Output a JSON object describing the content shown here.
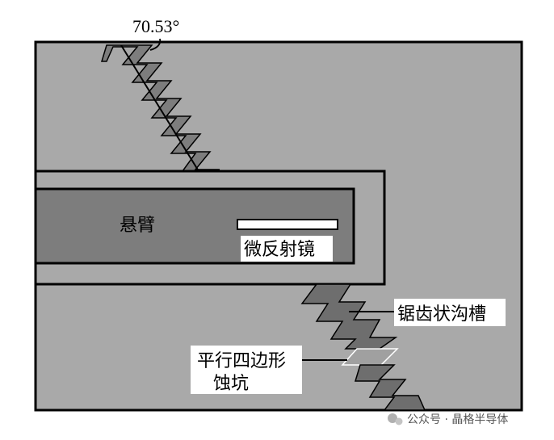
{
  "diagram": {
    "angle_label": "70.53°",
    "cantilever_label": "悬臂",
    "micromirror_label": "微反射镜",
    "groove_label": "锯齿状沟槽",
    "pit_label_line1": "平行四边形",
    "pit_label_line2": "蚀坑"
  },
  "watermark": {
    "text": "公众号 · 晶格半导体"
  },
  "colors": {
    "substrate": "#a9a9a9",
    "cantilever_frame": "#a9a9a9",
    "cantilever_beam": "#7d7d7d",
    "groove": "#6e6e6e",
    "pit": "#a0a0a0",
    "outline": "#000000"
  }
}
